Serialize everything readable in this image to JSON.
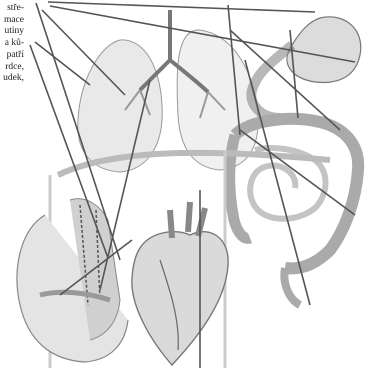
{
  "text_lines": [
    "střе-",
    "mace",
    "utiny",
    "a ků-",
    "patří",
    "rdce,",
    "udek,"
  ]
}
